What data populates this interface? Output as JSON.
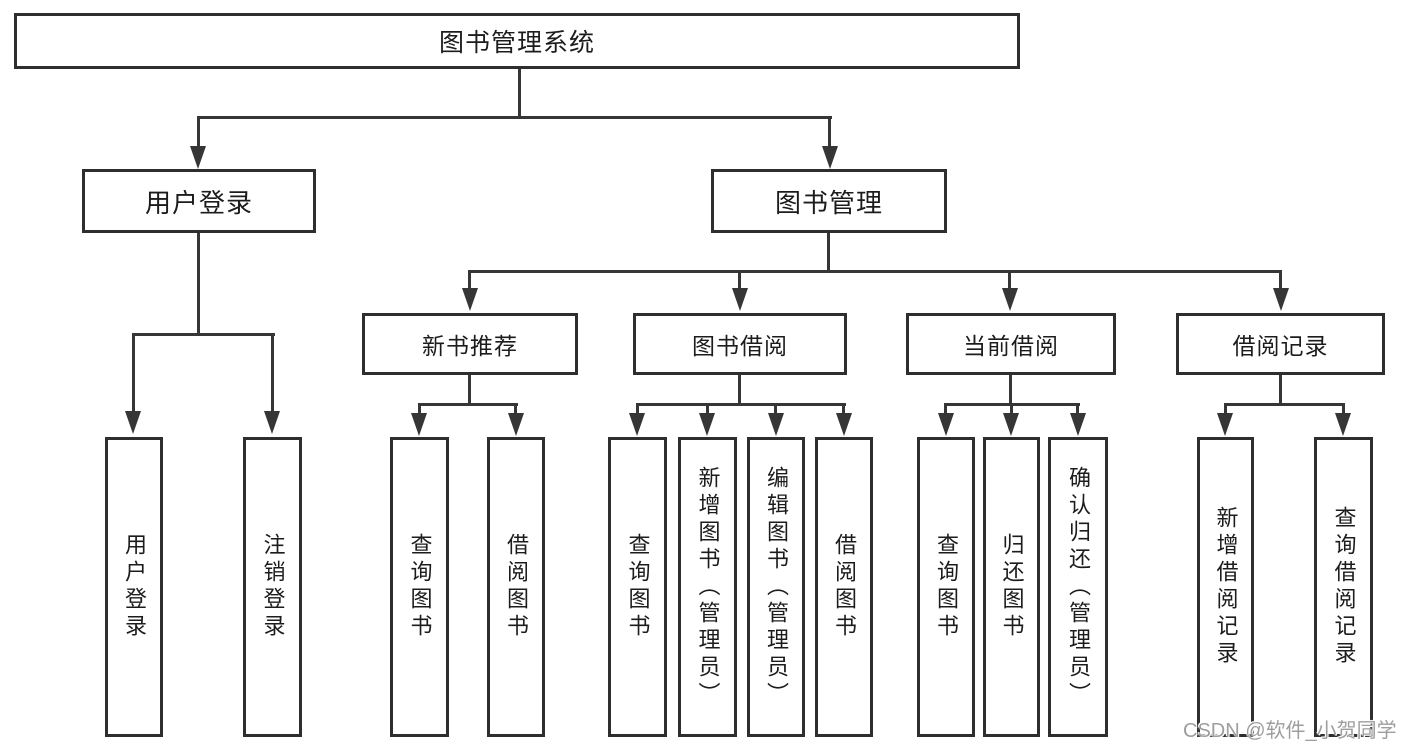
{
  "diagram": {
    "type": "hierarchy-tree",
    "root": {
      "label": "图书管理系统"
    },
    "branches": [
      {
        "label": "用户登录",
        "children": [
          {
            "label": "用户登录"
          },
          {
            "label": "注销登录"
          }
        ]
      },
      {
        "label": "图书管理",
        "children": [
          {
            "label": "新书推荐",
            "children": [
              {
                "label": "查询图书"
              },
              {
                "label": "借阅图书"
              }
            ]
          },
          {
            "label": "图书借阅",
            "children": [
              {
                "label": "查询图书"
              },
              {
                "label": "新增图书（管理员）"
              },
              {
                "label": "编辑图书（管理员）"
              },
              {
                "label": "借阅图书"
              }
            ]
          },
          {
            "label": "当前借阅",
            "children": [
              {
                "label": "查询图书"
              },
              {
                "label": "归还图书"
              },
              {
                "label": "确认归还（管理员）"
              }
            ]
          },
          {
            "label": "借阅记录",
            "children": [
              {
                "label": "新增借阅记录"
              },
              {
                "label": "查询借阅记录"
              }
            ]
          }
        ]
      }
    ],
    "watermark": "CSDN @软件_小贺同学",
    "colors": {
      "line": "#363636",
      "box_border": "#2e2e2e",
      "text": "#1c1c1c",
      "watermark": "#9e9e9e",
      "background": "#ffffff"
    }
  }
}
